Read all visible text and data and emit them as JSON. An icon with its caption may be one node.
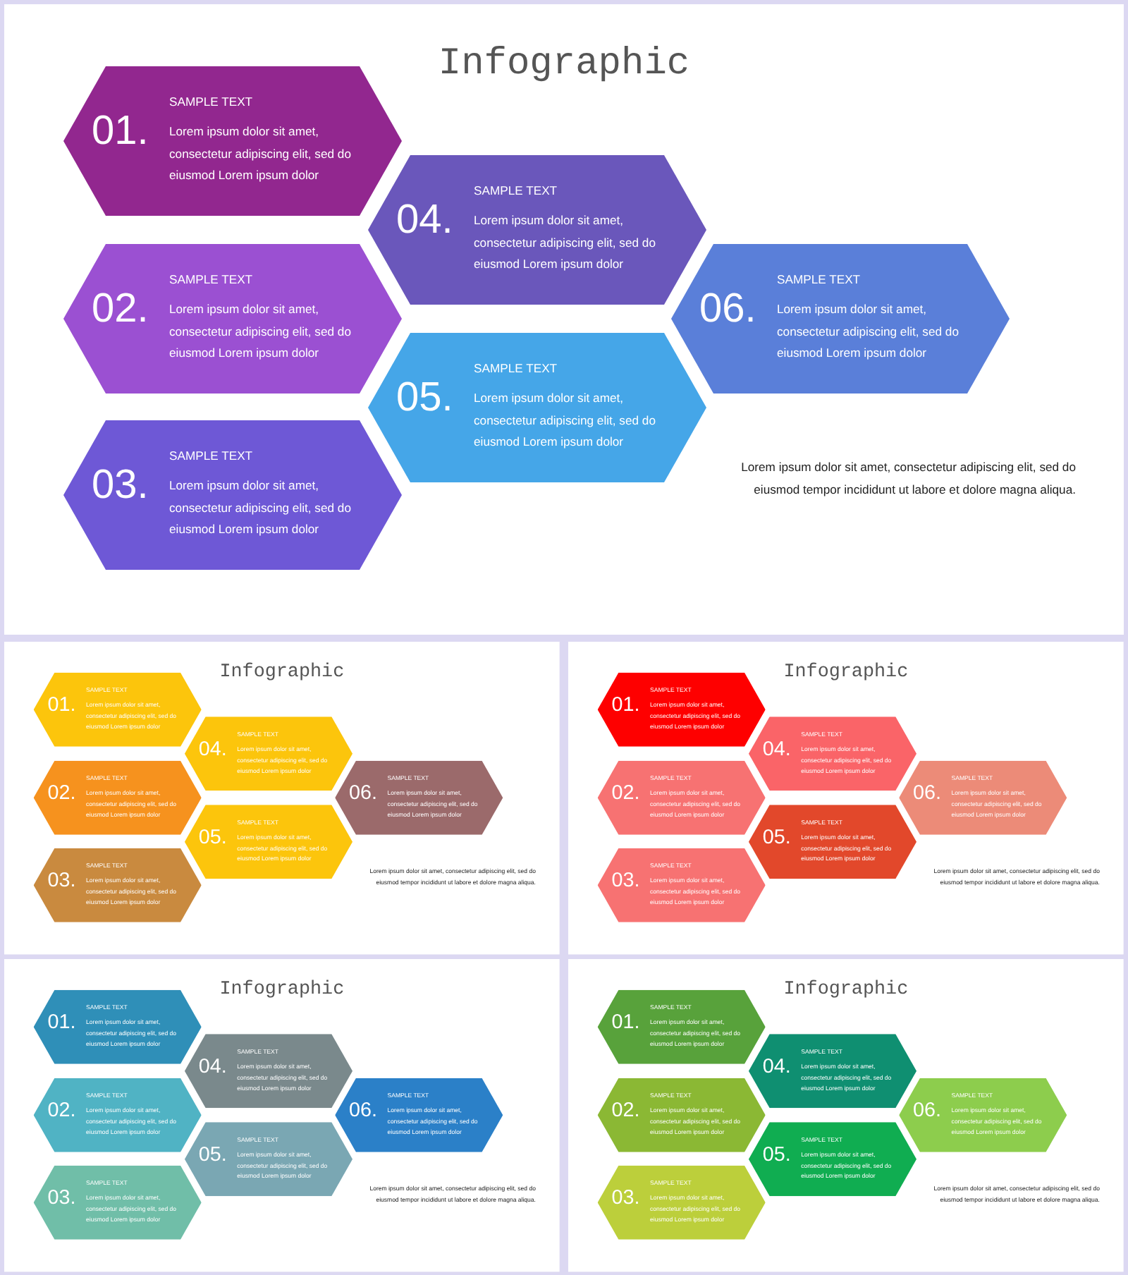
{
  "diagram": {
    "nodes": [
      {
        "text": [
          "Infographic",
          "Lorem ipsum dolor sit amet, consectetur adipiscing elit, sed do eiusmod tempor incididunt ut labore et dolore magna aliqua."
        ]
      },
      {
        "text": [
          "01.",
          "SAMPLE TEXT",
          "Lorem ipsum dolor sit amet, consectetur adipiscing elit, sed do eiusmod Lorem ipsum dolor"
        ],
        "in": 0
      },
      {
        "text": [
          "02.",
          "SAMPLE TEXT",
          "Lorem ipsum dolor sit amet, consectetur adipiscing elit, sed do eiusmod Lorem ipsum dolor"
        ],
        "in": 0
      },
      {
        "text": [
          "03.",
          "SAMPLE TEXT",
          "Lorem ipsum dolor sit amet, consectetur adipiscing elit, sed do eiusmod Lorem ipsum dolor"
        ],
        "in": 0
      },
      {
        "text": [
          "04.",
          "SAMPLE TEXT",
          "Lorem ipsum dolor sit amet, consectetur adipiscing elit, sed do eiusmod Lorem ipsum dolor"
        ],
        "in": 0
      },
      {
        "text": [
          "05.",
          "SAMPLE TEXT",
          "Lorem ipsum dolor sit amet, consectetur adipiscing elit, sed do eiusmod Lorem ipsum dolor"
        ],
        "in": 0
      },
      {
        "text": [
          "06.",
          "SAMPLE TEXT",
          "Lorem ipsum dolor sit amet, consectetur adipiscing elit, sed do eiusmod Lorem ipsum dolor"
        ],
        "in": 0
      },
      {
        "text": [
          "Infographic",
          "Lorem ipsum dolor sit amet, consectetur adipiscing elit, sed do eiusmod tempor incididunt ut labore et dolore magna aliqua."
        ]
      },
      {
        "text": [
          "01.",
          "SAMPLE TEXT",
          "Lorem ipsum dolor sit amet, consectetur adipiscing elit, sed do eiusmod Lorem ipsum dolor"
        ],
        "in": 7
      },
      {
        "text": [
          "02.",
          "SAMPLE TEXT",
          "Lorem ipsum dolor sit amet, consectetur adipiscing elit, sed do eiusmod Lorem ipsum dolor"
        ],
        "in": 7
      },
      {
        "text": [
          "03.",
          "SAMPLE TEXT",
          "Lorem ipsum dolor sit amet, consectetur adipiscing elit, sed do eiusmod Lorem ipsum dolor"
        ],
        "in": 7
      },
      {
        "text": [
          "04.",
          "SAMPLE TEXT",
          "Lorem ipsum dolor sit amet, consectetur adipiscing elit, sed do eiusmod Lorem ipsum dolor"
        ],
        "in": 7
      },
      {
        "text": [
          "05.",
          "SAMPLE TEXT",
          "Lorem ipsum dolor sit amet, consectetur adipiscing elit, sed do eiusmod Lorem ipsum dolor"
        ],
        "in": 7
      },
      {
        "text": [
          "06.",
          "SAMPLE TEXT",
          "Lorem ipsum dolor sit amet, consectetur adipiscing elit, sed do eiusmod Lorem ipsum dolor"
        ],
        "in": 7
      },
      {
        "text": [
          "Infographic",
          "Lorem ipsum dolor sit amet, consectetur adipiscing elit, sed do eiusmod tempor incididunt ut labore et dolore magna aliqua."
        ]
      },
      {
        "text": [
          "01.",
          "SAMPLE TEXT",
          "Lorem ipsum dolor sit amet, consectetur adipiscing elit, sed do eiusmod Lorem ipsum dolor"
        ],
        "in": 14
      },
      {
        "text": [
          "02.",
          "SAMPLE TEXT",
          "Lorem ipsum dolor sit amet, consectetur adipiscing elit, sed do eiusmod Lorem ipsum dolor"
        ],
        "in": 14
      },
      {
        "text": [
          "03.",
          "SAMPLE TEXT",
          "Lorem ipsum dolor sit amet, consectetur adipiscing elit, sed do eiusmod Lorem ipsum dolor"
        ],
        "in": 14
      },
      {
        "text": [
          "04.",
          "SAMPLE TEXT",
          "Lorem ipsum dolor sit amet, consectetur adipiscing elit, sed do eiusmod Lorem ipsum dolor"
        ],
        "in": 14
      },
      {
        "text": [
          "05.",
          "SAMPLE TEXT",
          "Lorem ipsum dolor sit amet, consectetur adipiscing elit, sed do eiusmod Lorem ipsum dolor"
        ],
        "in": 14
      },
      {
        "text": [
          "06.",
          "SAMPLE TEXT",
          "Lorem ipsum dolor sit amet, consectetur adipiscing elit, sed do eiusmod Lorem ipsum dolor"
        ],
        "in": 14
      },
      {
        "text": [
          "Infographic",
          "Lorem ipsum dolor sit amet, consectetur adipiscing elit, sed do eiusmod tempor incididunt ut labore et dolore magna aliqua."
        ]
      },
      {
        "text": [
          "01.",
          "SAMPLE TEXT",
          "Lorem ipsum dolor sit amet, consectetur adipiscing elit, sed do eiusmod Lorem ipsum dolor"
        ],
        "in": 21
      },
      {
        "text": [
          "02.",
          "SAMPLE TEXT",
          "Lorem ipsum dolor sit amet, consectetur adipiscing elit, sed do eiusmod Lorem ipsum dolor"
        ],
        "in": 21
      },
      {
        "text": [
          "03.",
          "SAMPLE TEXT",
          "Lorem ipsum dolor sit amet, consectetur adipiscing elit, sed do eiusmod Lorem ipsum dolor"
        ],
        "in": 21
      },
      {
        "text": [
          "04.",
          "SAMPLE TEXT",
          "Lorem ipsum dolor sit amet, consectetur adipiscing elit, sed do eiusmod Lorem ipsum dolor"
        ],
        "in": 21
      },
      {
        "text": [
          "05.",
          "SAMPLE TEXT",
          "Lorem ipsum dolor sit amet, consectetur adipiscing elit, sed do eiusmod Lorem ipsum dolor"
        ],
        "in": 21
      },
      {
        "text": [
          "06.",
          "SAMPLE TEXT",
          "Lorem ipsum dolor sit amet, consectetur adipiscing elit, sed do eiusmod Lorem ipsum dolor"
        ],
        "in": 21
      },
      {
        "text": [
          "Infographic",
          "Lorem ipsum dolor sit amet, consectetur adipiscing elit, sed do eiusmod tempor incididunt ut labore et dolore magna aliqua."
        ]
      },
      {
        "text": [
          "01.",
          "SAMPLE TEXT",
          "Lorem ipsum dolor sit amet, consectetur adipiscing elit, sed do eiusmod Lorem ipsum dolor"
        ],
        "in": 28
      },
      {
        "text": [
          "02.",
          "SAMPLE TEXT",
          "Lorem ipsum dolor sit amet, consectetur adipiscing elit, sed do eiusmod Lorem ipsum dolor"
        ],
        "in": 28
      },
      {
        "text": [
          "03.",
          "SAMPLE TEXT",
          "Lorem ipsum dolor sit amet, consectetur adipiscing elit, sed do eiusmod Lorem ipsum dolor"
        ],
        "in": 28
      },
      {
        "text": [
          "04.",
          "SAMPLE TEXT",
          "Lorem ipsum dolor sit amet, consectetur adipiscing elit, sed do eiusmod Lorem ipsum dolor"
        ],
        "in": 28
      },
      {
        "text": [
          "05.",
          "SAMPLE TEXT",
          "Lorem ipsum dolor sit amet, consectetur adipiscing elit, sed do eiusmod Lorem ipsum dolor"
        ],
        "in": 28
      },
      {
        "text": [
          "06.",
          "SAMPLE TEXT",
          "Lorem ipsum dolor sit amet, consectetur adipiscing elit, sed do eiusmod Lorem ipsum dolor"
        ],
        "in": 28
      }
    ]
  }
}
